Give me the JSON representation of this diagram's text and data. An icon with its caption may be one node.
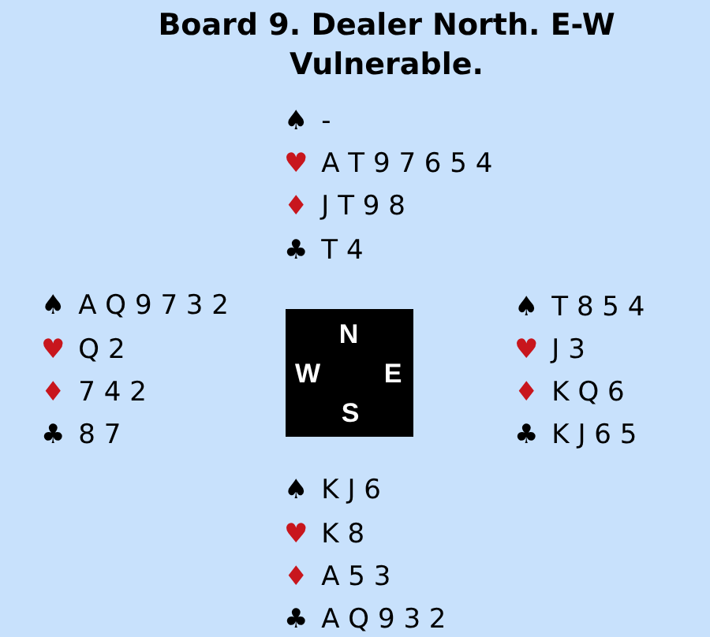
{
  "diagram": {
    "title": "Board 9. Dealer North. E-W Vulnerable.",
    "nodes": [
      {
        "text": [
          "N",
          "W",
          "E",
          "S"
        ]
      }
    ],
    "labels": [
      "♠ -",
      "♥ A T 9 7 6 5 4",
      "♦ J T 9 8",
      "♣ T 4",
      "♠ A Q 9 7 3 2",
      "♥ Q 2",
      "♦ 7 4 2",
      "♣ 8 7",
      "♠ T 8 5 4",
      "♥ J 3",
      "♦ K Q 6",
      "♣ K J 6 5",
      "♠ K J 6",
      "♥ K 8",
      "♦ A 5 3",
      "♣ A Q 9 3 2"
    ]
  }
}
